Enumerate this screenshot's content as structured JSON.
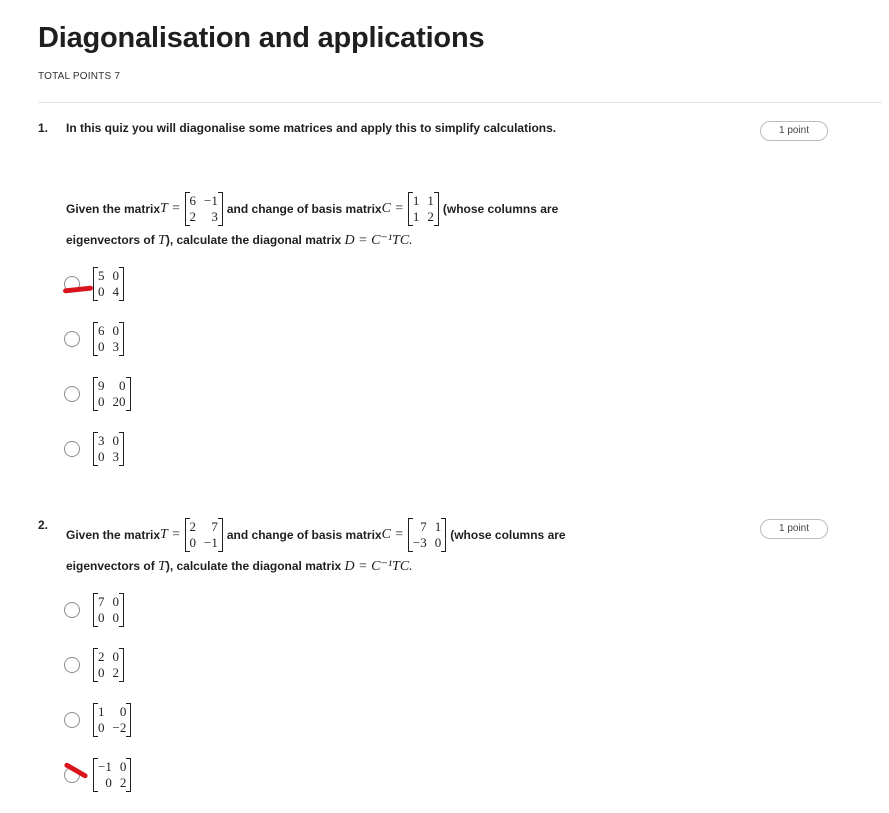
{
  "header": {
    "title": "Diagonalisation and applications",
    "total_points": "TOTAL POINTS 7"
  },
  "questions": [
    {
      "number": "1.",
      "intro": "In this quiz you will diagonalise some matrices and apply this to simplify calculations.",
      "points": "1 point",
      "prompt": {
        "given": "Given the matrix ",
        "t_sym": "T =",
        "and_change": "and change of basis matrix ",
        "c_sym": "C =",
        "whose": "(whose columns are",
        "line2_a": "eigenvectors of ",
        "t_ref": "T",
        "line2_b": "), calculate the diagonal matrix ",
        "formula": "D = C⁻¹TC."
      },
      "T": [
        [
          "6",
          "−1"
        ],
        [
          "2",
          "3"
        ]
      ],
      "C": [
        [
          "1",
          "1"
        ],
        [
          "1",
          "2"
        ]
      ],
      "options": [
        [
          [
            "5",
            "0"
          ],
          [
            "0",
            "4"
          ]
        ],
        [
          [
            "6",
            "0"
          ],
          [
            "0",
            "3"
          ]
        ],
        [
          [
            "9",
            "0"
          ],
          [
            "0",
            "20"
          ]
        ],
        [
          [
            "3",
            "0"
          ],
          [
            "0",
            "3"
          ]
        ]
      ]
    },
    {
      "number": "2.",
      "points": "1 point",
      "prompt": {
        "given": "Given the matrix ",
        "t_sym": "T =",
        "and_change": "and change of basis matrix ",
        "c_sym": "C =",
        "whose": "(whose columns are",
        "line2_a": "eigenvectors of ",
        "t_ref": "T",
        "line2_b": "), calculate the diagonal matrix ",
        "formula": "D = C⁻¹TC."
      },
      "T": [
        [
          "2",
          "7"
        ],
        [
          "0",
          "−1"
        ]
      ],
      "C": [
        [
          "7",
          "1"
        ],
        [
          "−3",
          "0"
        ]
      ],
      "options": [
        [
          [
            "7",
            "0"
          ],
          [
            "0",
            "0"
          ]
        ],
        [
          [
            "2",
            "0"
          ],
          [
            "0",
            "2"
          ]
        ],
        [
          [
            "1",
            "0"
          ],
          [
            "0",
            "−2"
          ]
        ],
        [
          [
            "−1",
            "0"
          ],
          [
            "0",
            "2"
          ]
        ]
      ]
    }
  ],
  "colors": {
    "annotation_mark": "#d9141c",
    "divider": "#e3e3e3",
    "radio_border": "#8c8c8c"
  }
}
